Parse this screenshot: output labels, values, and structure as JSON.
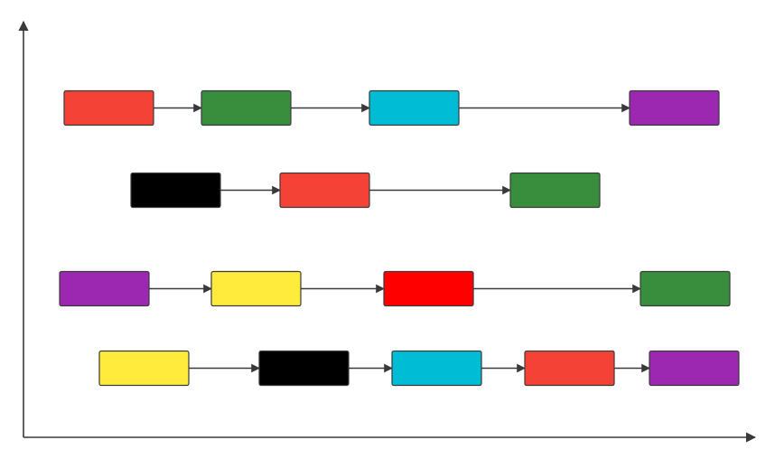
{
  "diagram": {
    "colors": {
      "red": "#f44336",
      "green": "#388e3c",
      "cyan": "#00bcd4",
      "purple": "#9c27b0",
      "black": "#000000",
      "yellow": "#ffeb3b",
      "pure_red": "#ff0000",
      "line": "#3a3a3a"
    },
    "rows": [
      {
        "name": "row-1",
        "boxes": [
          "red",
          "green",
          "cyan",
          "purple"
        ]
      },
      {
        "name": "row-2",
        "boxes": [
          "black",
          "red",
          "green"
        ]
      },
      {
        "name": "row-3",
        "boxes": [
          "purple",
          "yellow",
          "pure_red",
          "green"
        ]
      },
      {
        "name": "row-4",
        "boxes": [
          "yellow",
          "black",
          "cyan",
          "red",
          "purple"
        ]
      }
    ]
  }
}
